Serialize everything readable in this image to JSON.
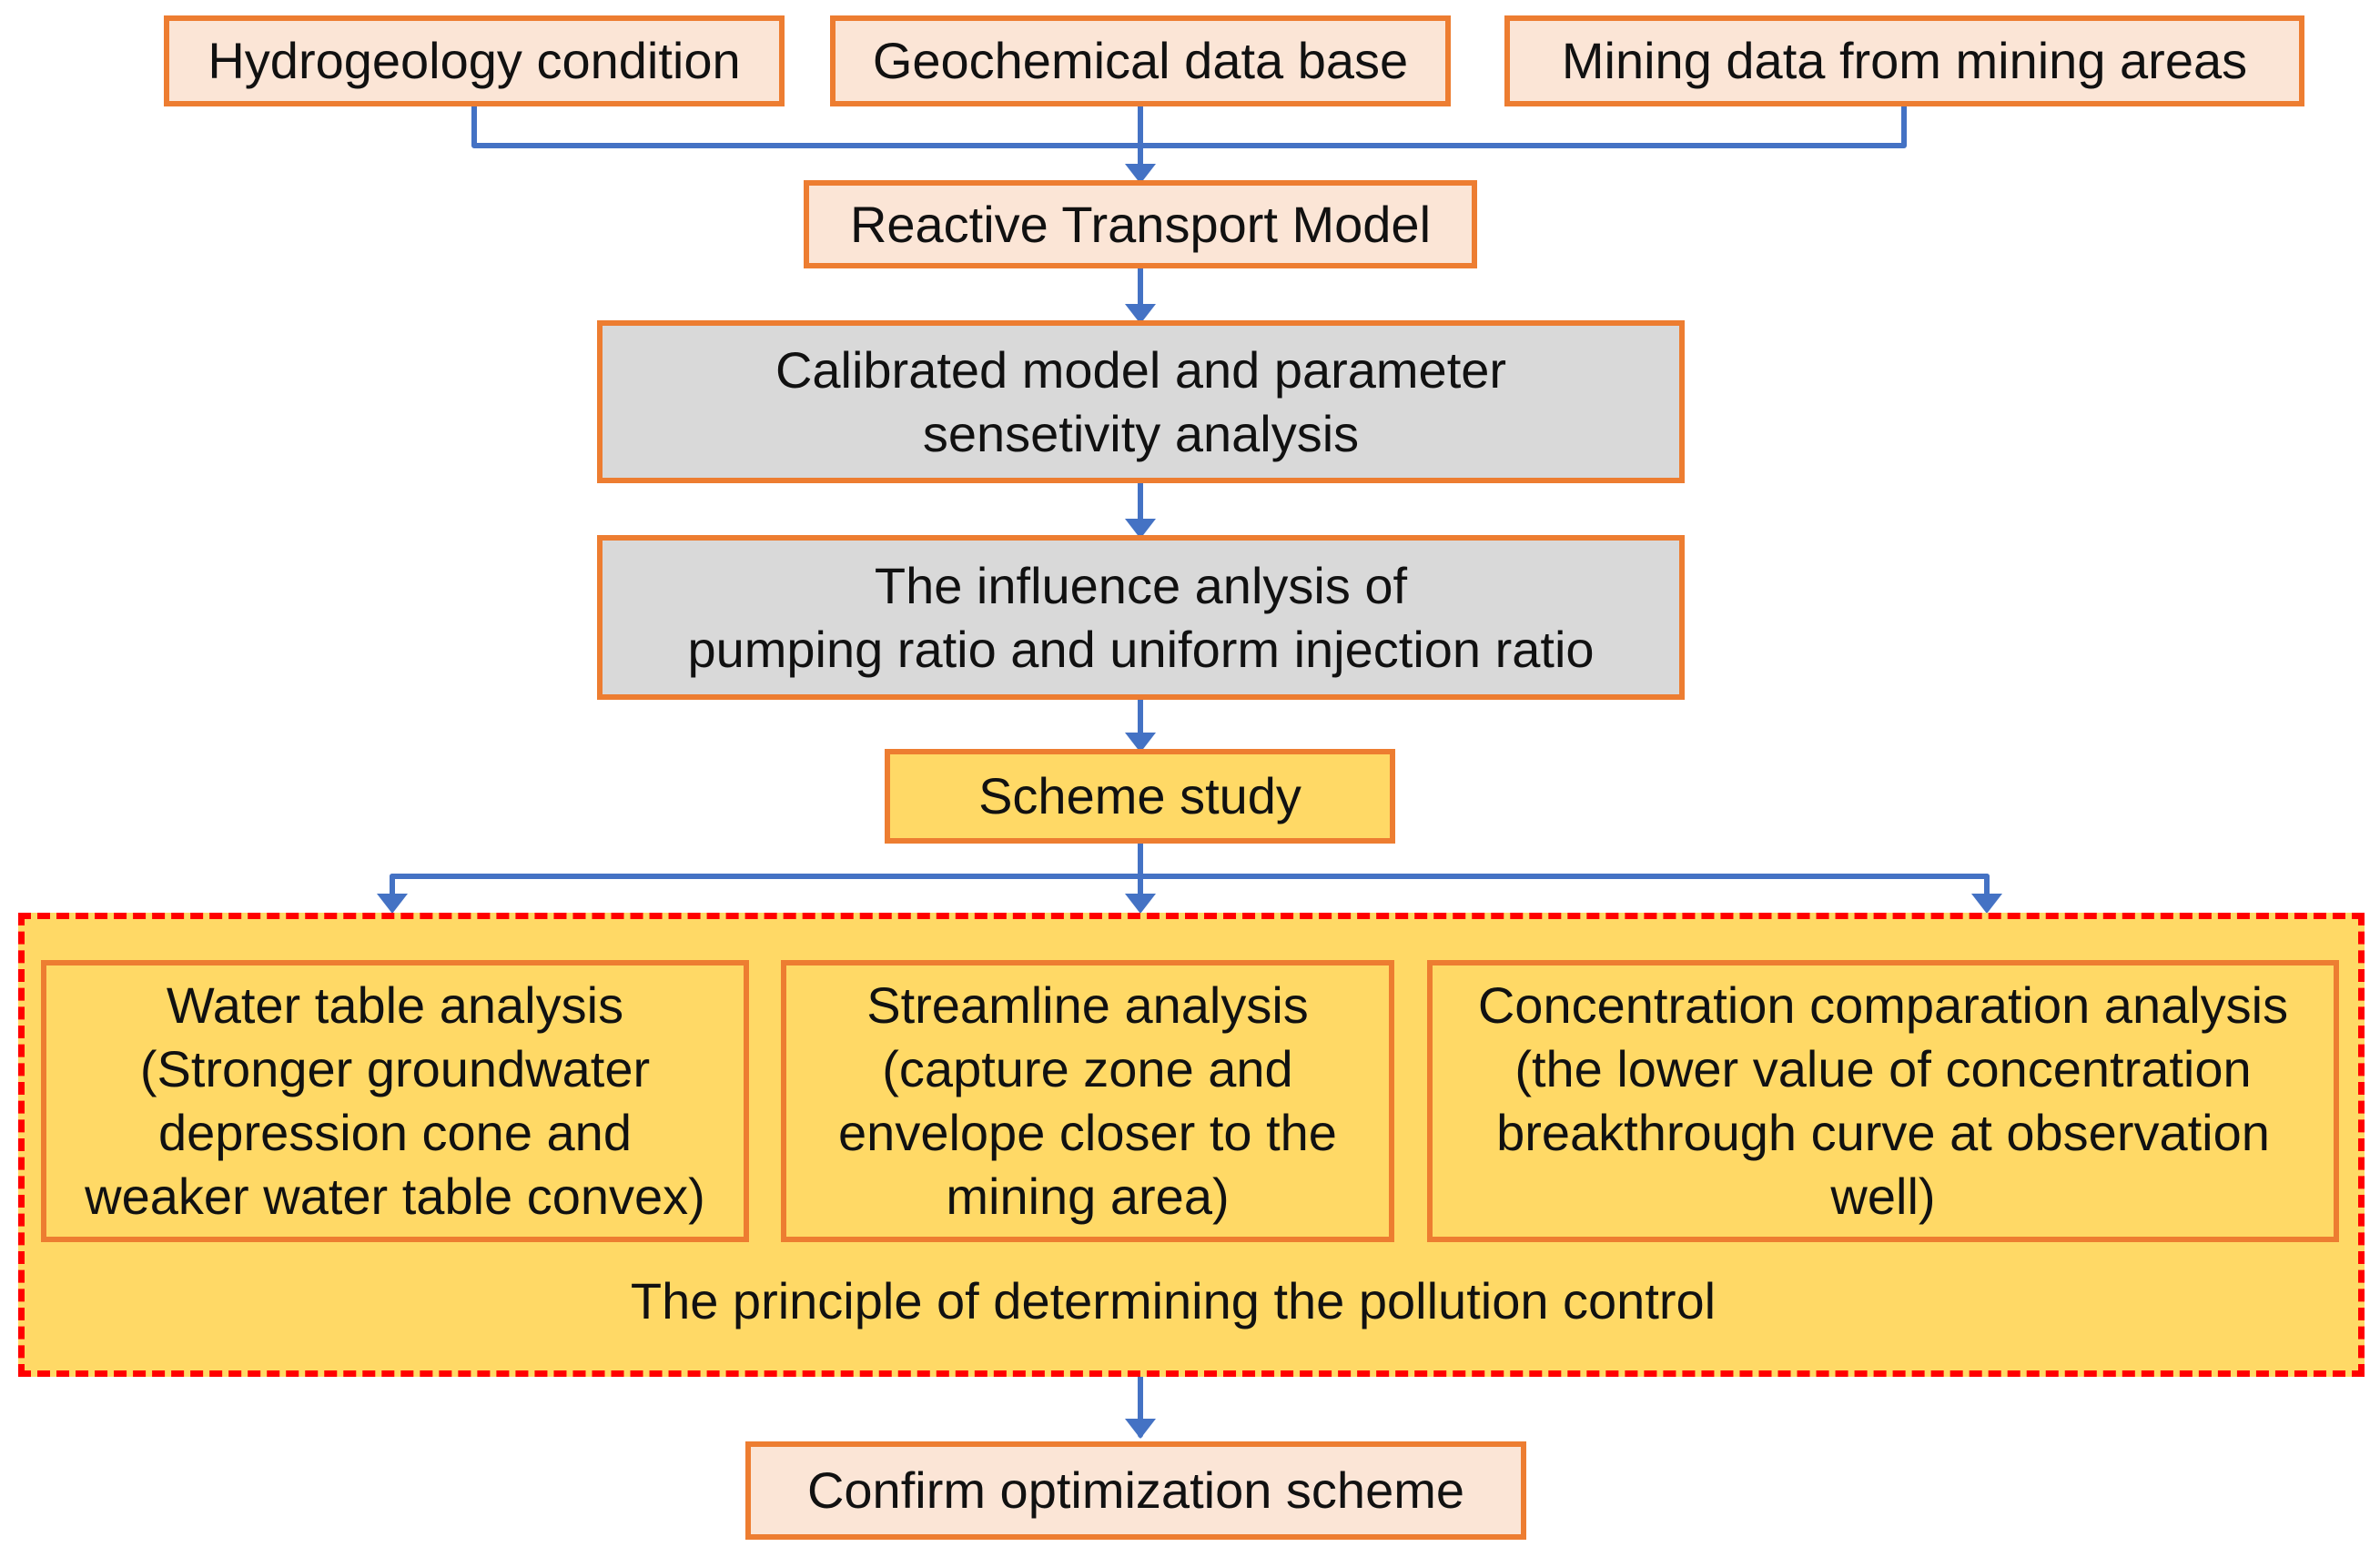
{
  "colors": {
    "box_border": "#ED7D31",
    "input_fill": "#FBE5D6",
    "analysis_fill": "#D9D9D9",
    "scheme_fill": "#FFD966",
    "connector": "#4472C4",
    "principle_border": "#FF0000"
  },
  "inputs": [
    {
      "label": "Hydrogeology condition"
    },
    {
      "label": "Geochemical data base"
    },
    {
      "label": "Mining data from mining areas"
    }
  ],
  "model": {
    "label": "Reactive Transport Model"
  },
  "calibration": {
    "label": "Calibrated model and parameter\nsensetivity analysis"
  },
  "influence": {
    "label": "The influence anlysis of\npumping ratio and uniform injection ratio"
  },
  "scheme": {
    "label": "Scheme study"
  },
  "principle": {
    "label": "The principle of determining the pollution control",
    "analyses": [
      {
        "label": "Water table analysis\n(Stronger groundwater\ndepression cone and\nweaker water table convex)"
      },
      {
        "label": "Streamline analysis\n(capture zone and\nenvelope closer to the\nmining area)"
      },
      {
        "label": "Concentration comparation analysis\n(the lower value of concentration\nbreakthrough curve at observation\nwell)"
      }
    ]
  },
  "result": {
    "label": "Confirm optimization  scheme"
  }
}
